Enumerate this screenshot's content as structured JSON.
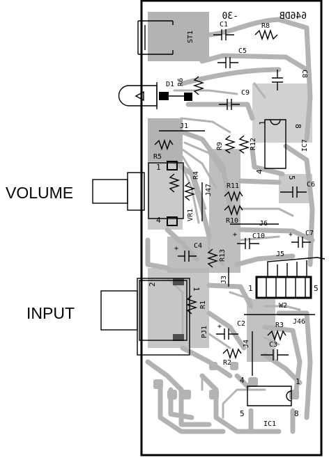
{
  "diagram": {
    "external_labels": {
      "volume": "VOLUME",
      "input": "INPUT"
    },
    "board_marks": {
      "top_mirrored_a": "-30",
      "top_mirrored_b": "646DB"
    },
    "components": {
      "st1": "ST1",
      "c1": "C1",
      "r8": "R8",
      "c5": "C5",
      "c8": "C8",
      "d1": "D1",
      "r6": "R6",
      "c9": "C9",
      "j1": "J1",
      "r9": "R9",
      "r12": "R12",
      "ic7": "IC7",
      "r5": "R5",
      "r4": "R4",
      "j47": "J47",
      "vr1": "VR1",
      "r11": "R11",
      "r10": "R10",
      "c6": "C6",
      "j6": "J6",
      "c10": "C10",
      "c7": "C7",
      "c4": "C4",
      "r13": "R13",
      "j5": "J5",
      "j3": "J3",
      "r1": "R1",
      "w2": "W2",
      "pj1": "PJ1",
      "c2": "C2",
      "r3": "R3",
      "j46": "J46",
      "j4": "J4",
      "c3": "C3",
      "r2": "R2",
      "ic1": "IC1"
    },
    "pins": {
      "ic7_1": "1",
      "ic7_8": "8",
      "ic7_4": "4",
      "ic7_5": "5",
      "vr1_1": "1",
      "vr1_4": "4",
      "pj1_2": "2",
      "pj1_1": "1",
      "w2_1": "1",
      "w2_5": "5",
      "ic1_4": "4",
      "ic1_1": "1",
      "ic1_5": "5",
      "ic1_8": "8"
    },
    "polarity": {
      "plus": "+"
    }
  }
}
